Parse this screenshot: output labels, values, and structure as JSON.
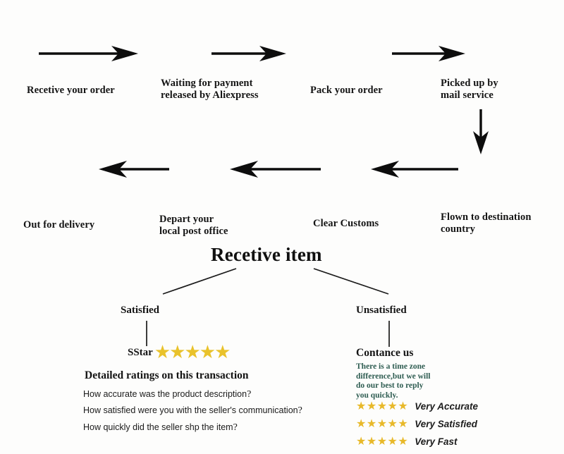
{
  "flow": {
    "steps_row1": [
      {
        "label": "Recetive your order"
      },
      {
        "label": "Waiting for payment\nreleased by Aliexpress"
      },
      {
        "label": "Pack your order"
      },
      {
        "label": "Picked up by\nmail service"
      }
    ],
    "steps_row2": [
      {
        "label": "Out for delivery"
      },
      {
        "label": "Depart your\nlocal post office"
      },
      {
        "label": "Clear Customs"
      },
      {
        "label": "Flown to destination\ncountry"
      }
    ]
  },
  "outcome": {
    "title": "Recetive item",
    "satisfied": {
      "label": "Satisfied",
      "star_prefix": "SStar",
      "star_count": 5,
      "detailed_heading": "Detailed ratings on this transaction",
      "questions": [
        "How accurate was the product description",
        "How satisfied were you with the seller's communication",
        "How quickly did the seller shp the item"
      ],
      "question_mark": "?"
    },
    "unsatisfied": {
      "label": "Unsatisfied",
      "contact_heading": "Contance us",
      "note": "There is a time zone\ndifference,but we will\ndo  our best to reply\nyou quickly.",
      "ratings": [
        {
          "stars": 5,
          "label": "Very Accurate"
        },
        {
          "stars": 5,
          "label": "Very Satisfied"
        },
        {
          "stars": 5,
          "label": "Very Fast"
        }
      ]
    }
  },
  "colors": {
    "star_gold": "#e8b92a",
    "note_teal": "#2f5d52",
    "ink": "#141414",
    "background": "#fdfdfc"
  },
  "icons": {
    "star": "★"
  }
}
